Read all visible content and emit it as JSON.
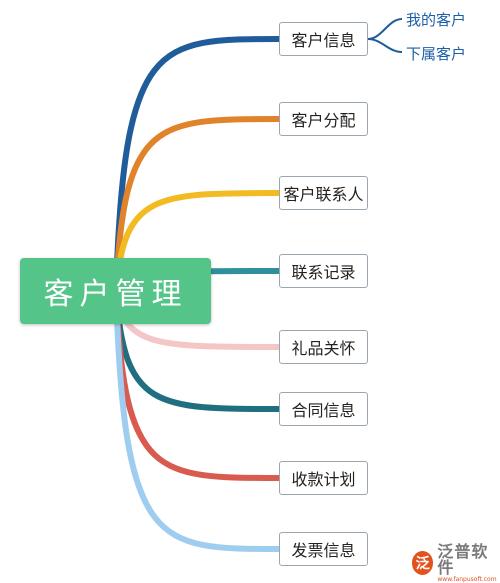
{
  "root": {
    "label": "客户管理"
  },
  "branches": [
    {
      "label": "客户信息",
      "color": "#1f5c99",
      "children": [
        "我的客户",
        "下属客户"
      ]
    },
    {
      "label": "客户分配",
      "color": "#e0832b"
    },
    {
      "label": "客户联系人",
      "color": "#f2bb22"
    },
    {
      "label": "联系记录",
      "color": "#2f8f9c"
    },
    {
      "label": "礼品关怀",
      "color": "#f4c6c6"
    },
    {
      "label": "合同信息",
      "color": "#1f6f80"
    },
    {
      "label": "收款计划",
      "color": "#d95a4e"
    },
    {
      "label": "发票信息",
      "color": "#9fcdf0"
    }
  ],
  "watermark": {
    "name": "泛普软件",
    "site": "www.fanpusoft.com"
  }
}
